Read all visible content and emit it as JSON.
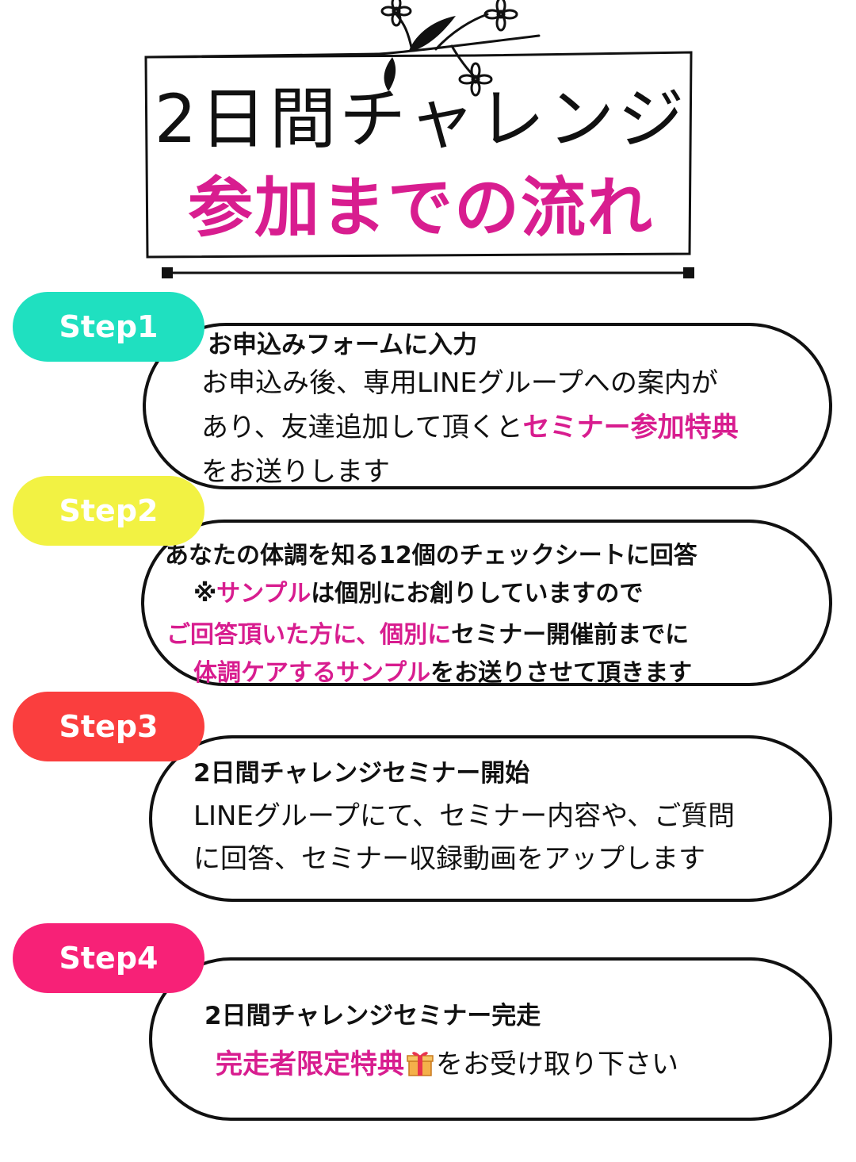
{
  "title": {
    "line1": "2日間チャレンジ",
    "line2": "参加までの流れ",
    "line2_color": "#d81d8f"
  },
  "steps": [
    {
      "label": "Step1",
      "color": "#1fe0c0",
      "heading": "お申込みフォームに入力",
      "lines": [
        {
          "plain": "お申込み後、専用LINEグループへの案内が"
        },
        {
          "plain": "あり、友達追加して頂くと",
          "pink": "セミナー参加特典"
        },
        {
          "plain": "をお送りします"
        }
      ]
    },
    {
      "label": "Step2",
      "color": "#f2f243",
      "heading": "あなたの体調を知る12個のチェックシートに回答",
      "line2_prefix": "※",
      "line2_pink": "サンプル",
      "line2_rest": "は個別にお創りしていますので",
      "line3_pink": "ご回答頂いた方に、個別に",
      "line3_rest": "セミナー開催前までに",
      "line4_pink": "体調ケアするサンプル",
      "line4_rest": "をお送りさせて頂きます"
    },
    {
      "label": "Step3",
      "color": "#fa3e3e",
      "heading": "2日間チャレンジセミナー開始",
      "lines": [
        "LINEグループにて、セミナー内容や、ご質問",
        "に回答、セミナー収録動画をアップします"
      ]
    },
    {
      "label": "Step4",
      "color": "#f72177",
      "heading": "2日間チャレンジセミナー完走",
      "pink": "完走者限定特典",
      "icon": "gift-icon",
      "rest": "をお受け取り下さい"
    }
  ]
}
